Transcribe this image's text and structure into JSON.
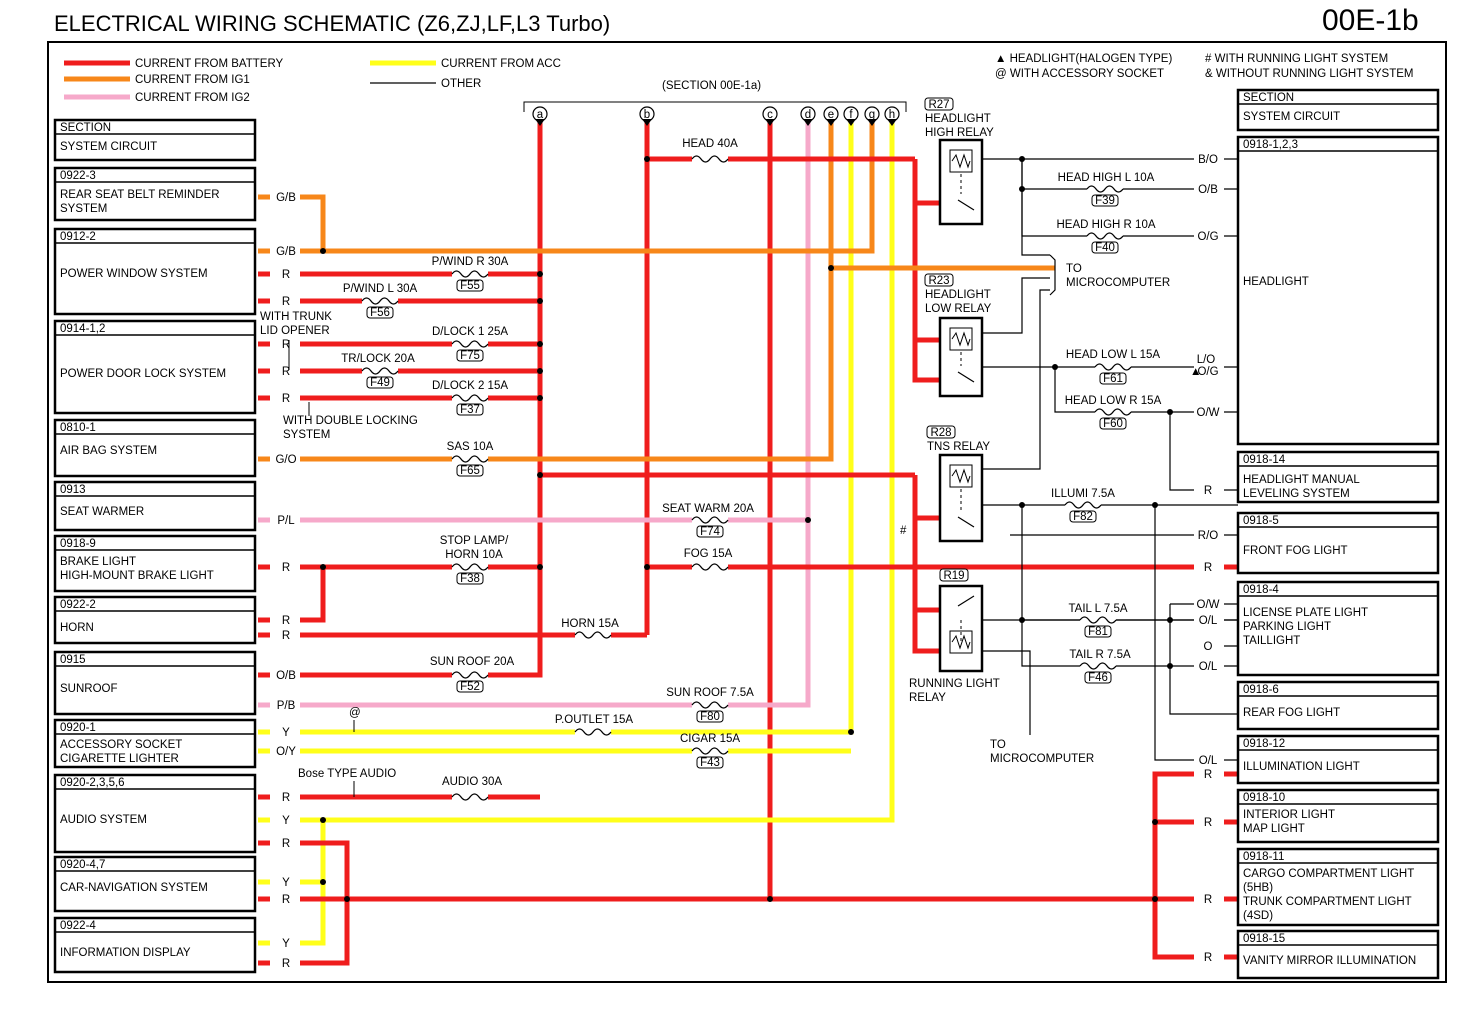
{
  "title": "ELECTRICAL WIRING SCHEMATIC (Z6,ZJ,LF,L3 Turbo)",
  "page_code": "00E-1b",
  "colors": {
    "battery": "#ef1d1d",
    "ig1": "#f7871a",
    "ig2": "#f6a9ca",
    "acc": "#ffff1a",
    "other": "#000000"
  },
  "legend": [
    {
      "id": "battery",
      "label": "CURRENT FROM BATTERY"
    },
    {
      "id": "ig1",
      "label": "CURRENT FROM IG1"
    },
    {
      "id": "ig2",
      "label": "CURRENT FROM IG2"
    },
    {
      "id": "acc",
      "label": "CURRENT FROM ACC"
    },
    {
      "id": "other",
      "label": "OTHER"
    }
  ],
  "notes": [
    "▲ HEADLIGHT(HALOGEN TYPE)",
    "@ WITH ACCESSORY SOCKET",
    "# WITH RUNNING LIGHT SYSTEM",
    "& WITHOUT RUNNING LIGHT SYSTEM"
  ],
  "section_ref": "(SECTION 00E-1a)",
  "connector_letters": [
    "a",
    "b",
    "c",
    "d",
    "e",
    "f",
    "g",
    "h"
  ],
  "left_header": {
    "section": "SECTION",
    "circuit": "SYSTEM CIRCUIT"
  },
  "left_systems": [
    {
      "code": "0922-3",
      "name": "REAR SEAT BELT REMINDER\nSYSTEM"
    },
    {
      "code": "0912-2",
      "name": "POWER WINDOW SYSTEM"
    },
    {
      "code": "0914-1,2",
      "name": "POWER DOOR LOCK SYSTEM"
    },
    {
      "code": "0810-1",
      "name": "AIR BAG SYSTEM"
    },
    {
      "code": "0913",
      "name": "SEAT WARMER"
    },
    {
      "code": "0918-9",
      "name": "BRAKE LIGHT\nHIGH-MOUNT BRAKE LIGHT"
    },
    {
      "code": "0922-2",
      "name": "HORN"
    },
    {
      "code": "0915",
      "name": "SUNROOF"
    },
    {
      "code": "0920-1",
      "name": "ACCESSORY SOCKET\nCIGARETTE LIGHTER"
    },
    {
      "code": "0920-2,3,5,6",
      "name": "AUDIO SYSTEM"
    },
    {
      "code": "0920-4,7",
      "name": "CAR-NAVIGATION SYSTEM"
    },
    {
      "code": "0922-4",
      "name": "INFORMATION DISPLAY"
    }
  ],
  "right_header": {
    "section": "SECTION",
    "circuit": "SYSTEM CIRCUIT"
  },
  "right_systems": [
    {
      "code": "0918-1,2,3",
      "name": "HEADLIGHT"
    },
    {
      "code": "0918-14",
      "name": "HEADLIGHT MANUAL\nLEVELING SYSTEM"
    },
    {
      "code": "0918-5",
      "name": "FRONT FOG LIGHT"
    },
    {
      "code": "0918-4",
      "name": "LICENSE PLATE LIGHT\nPARKING LIGHT\nTAILLIGHT"
    },
    {
      "code": "0918-6",
      "name": "REAR FOG LIGHT"
    },
    {
      "code": "0918-12",
      "name": "ILLUMINATION LIGHT"
    },
    {
      "code": "0918-10",
      "name": "INTERIOR LIGHT\nMAP LIGHT"
    },
    {
      "code": "0918-11",
      "name": "CARGO COMPARTMENT LIGHT\n(5HB)\nTRUNK COMPARTMENT LIGHT\n(4SD)"
    },
    {
      "code": "0918-15",
      "name": "VANITY MIRROR ILLUMINATION"
    }
  ],
  "fuses": [
    {
      "name": "HEAD 40A",
      "id": ""
    },
    {
      "name": "P/WIND R 30A",
      "id": "F55"
    },
    {
      "name": "P/WIND L 30A",
      "id": "F56"
    },
    {
      "name": "D/LOCK 1 25A",
      "id": "F75"
    },
    {
      "name": "TR/LOCK 20A",
      "id": "F49"
    },
    {
      "name": "D/LOCK 2 15A",
      "id": "F37"
    },
    {
      "name": "SAS 10A",
      "id": "F65"
    },
    {
      "name": "SEAT WARM 20A",
      "id": "F74"
    },
    {
      "name": "STOP LAMP/\nHORN 10A",
      "id": "F38"
    },
    {
      "name": "FOG 15A",
      "id": ""
    },
    {
      "name": "HORN 15A",
      "id": ""
    },
    {
      "name": "SUN ROOF 20A",
      "id": "F52"
    },
    {
      "name": "SUN ROOF 7.5A",
      "id": "F80"
    },
    {
      "name": "P.OUTLET 15A",
      "id": ""
    },
    {
      "name": "CIGAR 15A",
      "id": "F43"
    },
    {
      "name": "AUDIO 30A",
      "id": ""
    },
    {
      "name": "HEAD HIGH L 10A",
      "id": "F39"
    },
    {
      "name": "HEAD HIGH R 10A",
      "id": "F40"
    },
    {
      "name": "HEAD LOW L 15A",
      "id": "F61"
    },
    {
      "name": "HEAD LOW R 15A",
      "id": "F60"
    },
    {
      "name": "ILLUMI 7.5A",
      "id": "F82"
    },
    {
      "name": "TAIL L 7.5A",
      "id": "F81"
    },
    {
      "name": "TAIL R 7.5A",
      "id": "F46"
    }
  ],
  "relays": [
    {
      "id": "R27",
      "name": "HEADLIGHT\nHIGH RELAY"
    },
    {
      "id": "R23",
      "name": "HEADLIGHT\nLOW RELAY"
    },
    {
      "id": "R28",
      "name": "TNS RELAY"
    },
    {
      "id": "R19",
      "name": "RUNNING LIGHT\nRELAY"
    }
  ],
  "annotations": {
    "trunk": "WITH TRUNK\nLID OPENER",
    "double_lock": "WITH DOUBLE LOCKING\nSYSTEM",
    "bose": "Bose TYPE AUDIO",
    "to_micro": "TO\nMICROCOMPUTER",
    "hash": "#",
    "at": "@",
    "tri": "▲"
  },
  "wire_labels": {
    "left": [
      "G/B",
      "G/B",
      "R",
      "R",
      "R",
      "R",
      "R",
      "G/O",
      "P/L",
      "R",
      "R",
      "R",
      "O/B",
      "P/B",
      "Y",
      "O/Y",
      "R",
      "Y",
      "R",
      "Y",
      "R",
      "Y",
      "R"
    ],
    "right": [
      "B/O",
      "O/B",
      "O/G",
      "L/O",
      "O/G",
      "O/W",
      "R",
      "R/O",
      "R",
      "O/W",
      "O/L",
      "O",
      "O/L",
      "O/L",
      "R",
      "R",
      "R",
      "R"
    ]
  }
}
